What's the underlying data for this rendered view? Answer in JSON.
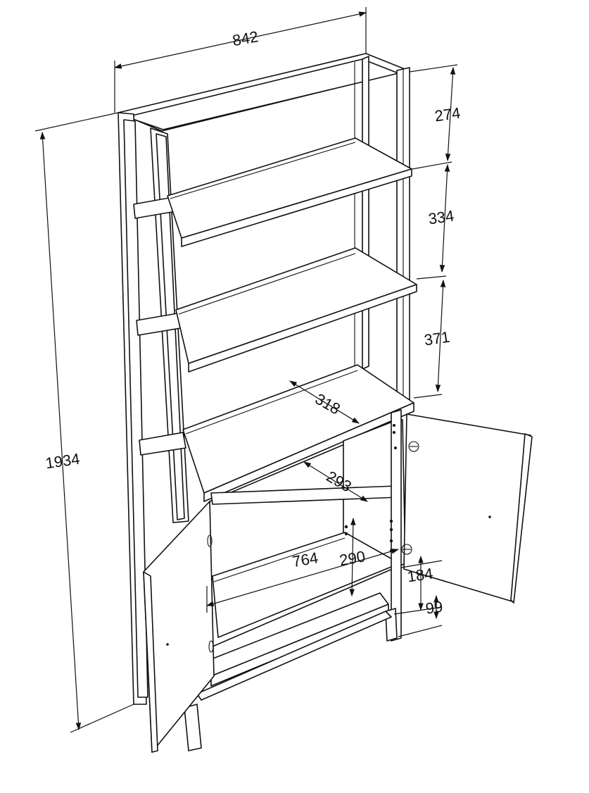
{
  "dimensions": {
    "overall_width": "842",
    "overall_height": "1934",
    "top_gap": "274",
    "gap_2": "334",
    "gap_3": "371",
    "shelf_depth_upper": "318",
    "shelf_depth_cabinet": "293",
    "inner_width": "764",
    "cabinet_shelf_height": "290",
    "cabinet_bottom_height": "184",
    "foot_height": "99"
  }
}
